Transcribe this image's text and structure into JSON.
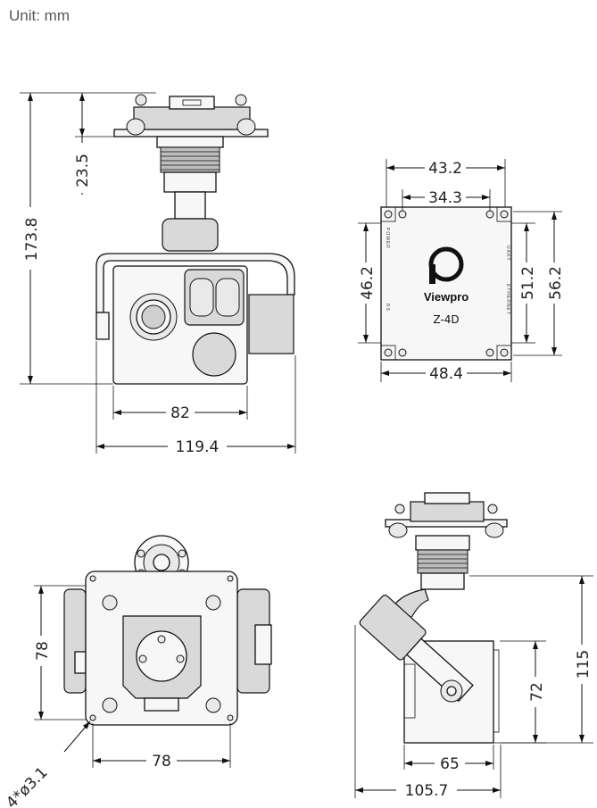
{
  "header": {
    "unit_label": "Unit: mm"
  },
  "front_view": {
    "dim_total_height": "173.8",
    "dim_mount_height": "23.5",
    "dim_body_width": "82",
    "dim_total_width": "119.4"
  },
  "board_view": {
    "dim_top_outer": "43.2",
    "dim_top_inner": "34.3",
    "dim_left_height": "46.2",
    "dim_right_inner": "51.2",
    "dim_right_outer": "56.2",
    "dim_bottom_width": "48.4",
    "brand": "Viewpro",
    "model": "Z-4D",
    "port_left_top": "POWER",
    "port_left_bottom": "RS",
    "port_right_top": "UART",
    "port_right_bottom": "ETHERNET"
  },
  "bottom_view": {
    "dim_height": "78",
    "dim_width": "78",
    "dim_holes": "4*ø3.1"
  },
  "side_view": {
    "dim_total_height": "115",
    "dim_body_height": "72",
    "dim_body_width": "65",
    "dim_total_width": "105.7"
  }
}
